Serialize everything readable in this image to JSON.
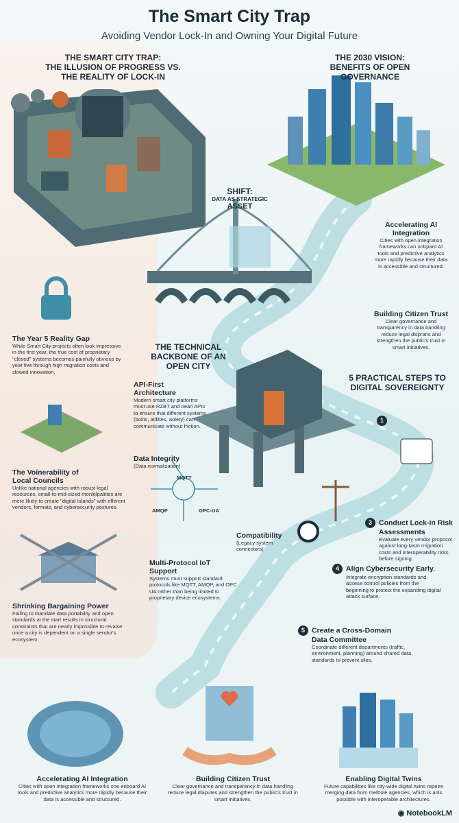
{
  "header": {
    "title": "The Smart City Trap",
    "subtitle": "Avoiding Vendor Lock-In and Owning Your Digital Future"
  },
  "left": {
    "heading_lines": [
      "THE SMART CITY TRAP:",
      "THE ILLUSION OF PROGRESS VS.",
      "THE REALITY OF LOCK-IN"
    ],
    "gap_title": "The Year 5 Reality Gap",
    "gap_text": "While Smart City projects often look impressive in the first year, the true cost of proprietary \"closed\" systems becomes painfully obvious by year five through high migration costs and slowed innovation.",
    "vuln_title_lines": [
      "The Voinerability of",
      "Local Councils"
    ],
    "vuln_text": "Unlike national agencies with robust legal resources, small-to-mid-sized monielpalities are more likely to create \"digital Islands\" with efferent vendors, formats, and cybersecurity postures.",
    "barg_title": "Shrinking Bargaining Power",
    "barg_text": "Failing to mandate data portability and open standards at the start results in structural constraints that are nearly impossible to revaise unce a city is dependent on a single sendor's ecosystem."
  },
  "right": {
    "heading_lines": [
      "THE 2030 VISION:",
      "BENEFITS OF OPEN GOVERNANCE"
    ],
    "ai_title": "Accelerating AI Integration",
    "ai_text": "Cities with open integration frameworks can onbpard AI tools and predictive analytics more rapidly because their data is accessible and structured.",
    "trust_title": "Building Citizen Trust",
    "trust_text": "Clear governance and transparency in data bandling reduce legal disprans and strengthen the public's trust in smart initiatives."
  },
  "shift": {
    "label": "SHIFT:",
    "sub": "DATA AS STRATEGIC",
    "asset": "ASSET"
  },
  "middle": {
    "heading_lines": [
      "THE TECHNICAL",
      "BACKBONE OF AN",
      "OPEN CITY"
    ],
    "api_title_lines": [
      "API-First",
      "Architecture"
    ],
    "api_text": "Modern smart city platforms must use RZBT and oean APIs to ensure that different systems (boilts, atilities, aoiety) can communicate without friction.",
    "integrity_title": "Data Integrity",
    "integrity_sub": "(Data normalization)",
    "protocols": [
      "MQTT",
      "AMQP",
      "OPC-UA"
    ],
    "compat_title": "Compatibility",
    "compat_sub_lines": [
      "(Legacy system",
      "connectors)"
    ],
    "iot_title": "Multi-Protocol IoT Support",
    "iot_text": "Systems must support standard protocols like MQTT, AMQP, and OPC UA rather than being limited to proprietary device ecosystems."
  },
  "steps": {
    "heading_lines": [
      "5 PRACTICAL STEPS TO",
      "DIGITAL SOVEREIGNTY"
    ],
    "items": [
      {
        "num": "1",
        "title": "",
        "text": ""
      },
      {
        "num": "3",
        "title_lines": [
          "Conduct Lock-in Risk",
          "Assessments"
        ],
        "text": "Evaluate every vendor propocol against long-tasm migration costs and interoperability risks before signing."
      },
      {
        "num": "4",
        "title_lines": [
          "Align Cybersecurity Early."
        ],
        "text": "Integrate encryption standards and acsese control policies from the beginning to protect the expanding digital attack surface."
      },
      {
        "num": "5",
        "title_lines": [
          "Create a Cross-Domain",
          "Data Committee"
        ],
        "text": "Coordinate different departments (traffic, environment, planning) around shared data standards to prevent siles."
      }
    ]
  },
  "bottom": [
    {
      "title": "Accelerating AI Integration",
      "text": "Cities with open integration frameworks one enboard AI tools and predictive analytics more rapidly because their data is accessible and structured."
    },
    {
      "title": "Building Citizen Trust",
      "text": "Clear governance and transparency in data handling reduce legal dlaputes and strengthen the public's trust in smart initiatives."
    },
    {
      "title": "Enabling Digital Twins",
      "text": "Future capabilities like city-wide digital twins repeire merging data from methole agencies, which is anls possible with interoperable architectures."
    }
  ],
  "brand": "NotebookLM",
  "colors": {
    "accent_orange": "#e07a3c",
    "teal": "#3f8fa8",
    "navy": "#1f2d3a",
    "path": "#b8dbe0"
  }
}
